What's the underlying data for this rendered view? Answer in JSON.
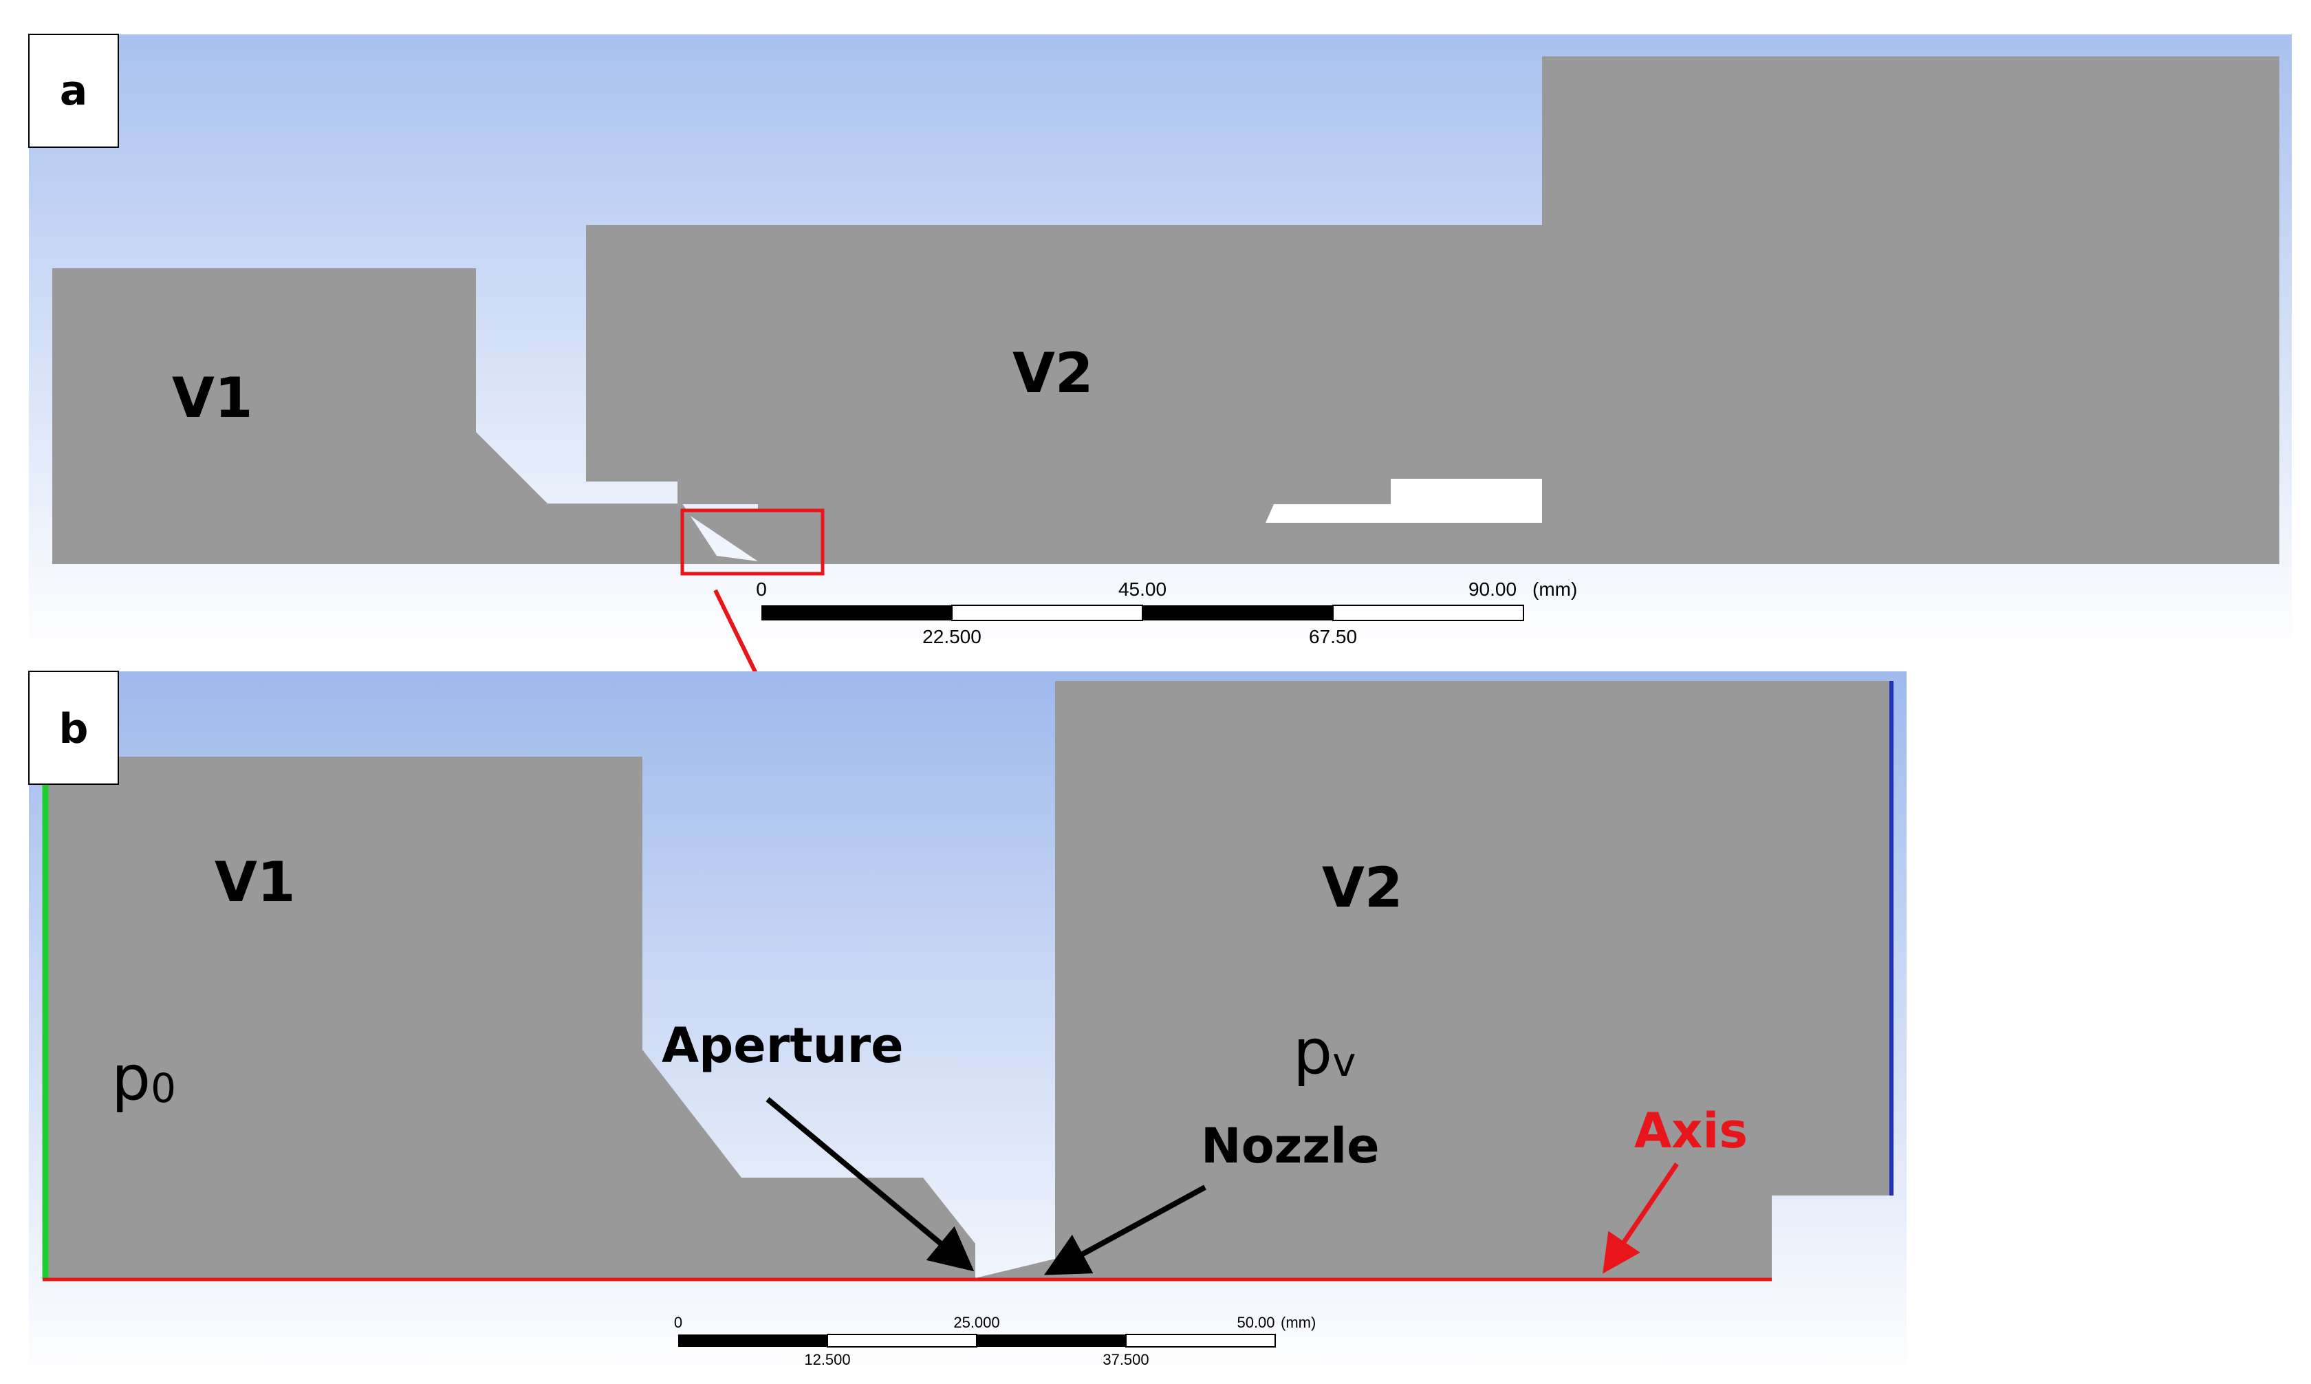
{
  "panel_a": {
    "tag": "a",
    "v1_label": "V1",
    "v2_label": "V2",
    "scale_bar": {
      "top_labels": [
        "0",
        "45.00",
        "90.00"
      ],
      "bottom_labels": [
        "22.500",
        "67.50"
      ],
      "unit": "(mm)"
    }
  },
  "panel_b": {
    "tag": "b",
    "v1_label": "V1",
    "v2_label": "V2",
    "p0_main": "p",
    "p0_sub": "0",
    "pv_main": "p",
    "pv_sub": "v",
    "aperture_label": "Aperture",
    "nozzle_label": "Nozzle",
    "axis_label": "Axis",
    "scale_bar": {
      "top_labels": [
        "0",
        "25.000",
        "50.00"
      ],
      "bottom_labels": [
        "12.500",
        "37.500"
      ],
      "unit": "(mm)"
    }
  },
  "colors": {
    "geometry": "#999999",
    "highlight": "#e8161b",
    "axis_line": "#e8161b",
    "inlet_edge": "#22cc33",
    "outlet_edge": "#2233bb",
    "bg_top": "#a9c1ef",
    "bg_bottom": "#ffffff"
  }
}
